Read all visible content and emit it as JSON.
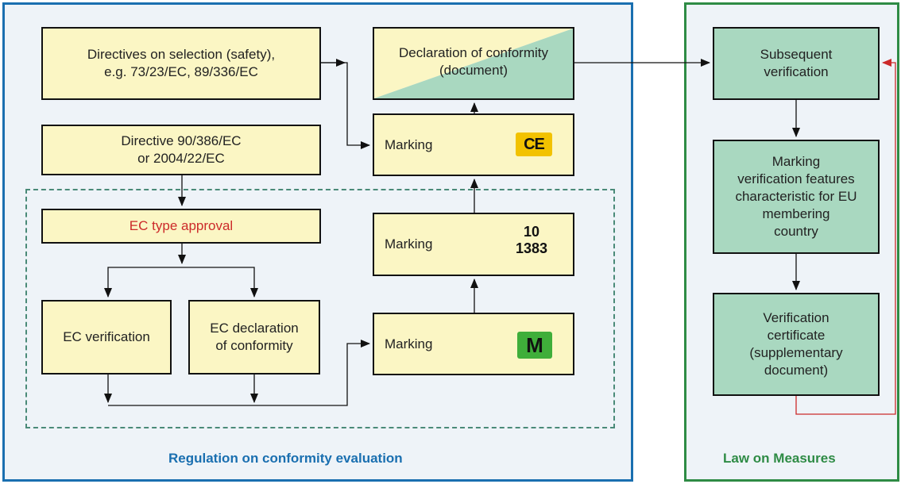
{
  "left_panel": {
    "title": "Regulation on conformity evaluation"
  },
  "right_panel": {
    "title": "Law on Measures"
  },
  "boxes": {
    "directives_selection": "Directives on selection (safety),\ne.g. 73/23/EC, 89/336/EC",
    "directive_90_386": "Directive 90/386/EC\nor 2004/22/EC",
    "ec_type_approval": "EC type approval",
    "ec_verification": "EC verification",
    "ec_declaration": "EC declaration\nof conformity",
    "declaration_conformity": "Declaration of conformity\n(document)",
    "marking_ce": "Marking",
    "marking_10": "Marking",
    "marking_m": "Marking",
    "subsequent_verification": "Subsequent\nverification",
    "marking_verification": "Marking\nverification features\ncharacteristic for EU\nmembering\ncountry",
    "verification_certificate": "Verification\ncertificate\n(supplementary\ndocument)"
  },
  "marks": {
    "ce": "CE",
    "number": "10\n1383",
    "m": "M"
  },
  "colors": {
    "left_border": "#1a6fb0",
    "right_border": "#2e8b45",
    "box_yellow": "#fbf6c4",
    "box_green": "#a9d8c0",
    "ce_mark": "#f2c200",
    "m_mark": "#3fae3a",
    "feedback_arrow": "#cc2a2a"
  }
}
